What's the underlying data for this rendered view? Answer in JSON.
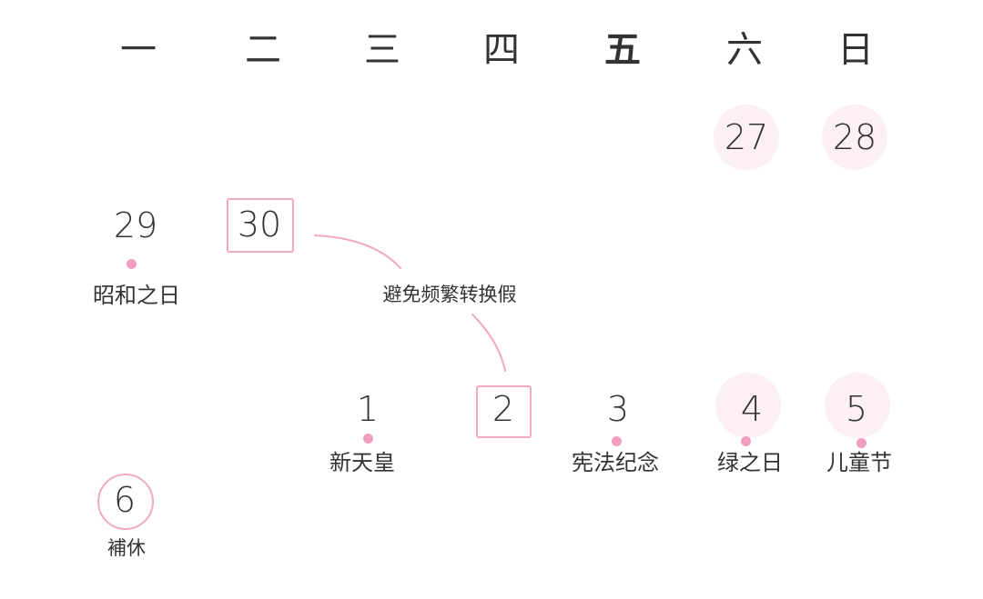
{
  "colors": {
    "accent_pink": "#f2a7c4",
    "dot_pink": "#f29ec1",
    "weekend_circle": "#fcf0f4",
    "text": "#333333"
  },
  "weekdays": [
    "一",
    "二",
    "三",
    "四",
    "五",
    "六",
    "日"
  ],
  "rows": [
    {
      "days": [
        {
          "date": "27",
          "weekday": "六",
          "style": "weekend-circle"
        },
        {
          "date": "28",
          "weekday": "日",
          "style": "weekend-circle"
        }
      ]
    },
    {
      "days": [
        {
          "date": "29",
          "weekday": "一",
          "style": "holiday",
          "holiday": "昭和之日"
        },
        {
          "date": "30",
          "weekday": "二",
          "style": "boxed"
        }
      ]
    },
    {
      "days": [
        {
          "date": "1",
          "weekday": "三",
          "style": "holiday",
          "holiday": "新天皇"
        },
        {
          "date": "2",
          "weekday": "四",
          "style": "boxed"
        },
        {
          "date": "3",
          "weekday": "五",
          "style": "holiday",
          "holiday": "宪法纪念"
        },
        {
          "date": "4",
          "weekday": "六",
          "style": "weekend-circle-holiday",
          "holiday": "绿之日"
        },
        {
          "date": "5",
          "weekday": "日",
          "style": "weekend-circle-holiday",
          "holiday": "儿童节"
        }
      ]
    },
    {
      "days": [
        {
          "date": "6",
          "weekday": "一",
          "style": "ringed",
          "holiday": "補休"
        }
      ]
    }
  ],
  "annotation": {
    "text": "避免频繁转换假",
    "connects": [
      "30",
      "2"
    ]
  }
}
